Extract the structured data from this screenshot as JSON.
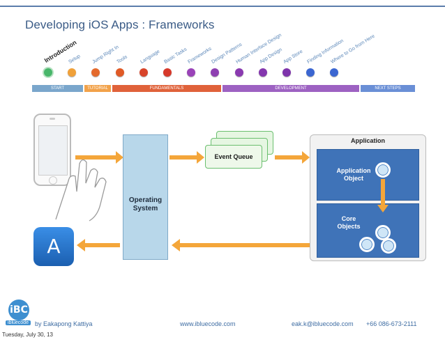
{
  "slide": {
    "title": "Developing iOS Apps : Frameworks"
  },
  "roadmap": {
    "steps": [
      {
        "label": "Introduction",
        "color": "#48b66a",
        "active": true
      },
      {
        "label": "Setup",
        "color": "#f0a13a",
        "active": false
      },
      {
        "label": "Jump Right In",
        "color": "#e46a2d",
        "active": false
      },
      {
        "label": "Tools",
        "color": "#e05a26",
        "active": false
      },
      {
        "label": "Language",
        "color": "#d8442a",
        "active": false
      },
      {
        "label": "Basic Tasks",
        "color": "#d6392b",
        "active": false
      },
      {
        "label": "Frameworks",
        "color": "#9a43b8",
        "active": false
      },
      {
        "label": "Design Patterns",
        "color": "#8e3fb1",
        "active": false
      },
      {
        "label": "Human Interface Design",
        "color": "#8a3ab0",
        "active": false
      },
      {
        "label": "App Design",
        "color": "#8437ae",
        "active": false
      },
      {
        "label": "App Store",
        "color": "#7e34ab",
        "active": false
      },
      {
        "label": "Finding Information",
        "color": "#3b66d1",
        "active": false
      },
      {
        "label": "Where to Go from Here",
        "color": "#3b66d1",
        "active": false
      }
    ],
    "phases": [
      {
        "label": "START",
        "color": "#7aa6cc"
      },
      {
        "label": "TUTORIAL",
        "color": "#f2a24a"
      },
      {
        "label": "FUNDAMENTALS",
        "color": "#e0623a"
      },
      {
        "label": "DEVELOPMENT",
        "color": "#9d62c2"
      },
      {
        "label": "NEXT STEPS",
        "color": "#6a8fd6"
      }
    ]
  },
  "diagram": {
    "os_label_line1": "Operating",
    "os_label_line2": "System",
    "event_queue_label": "Event Queue",
    "application_title": "Application",
    "app_object_line1": "Application",
    "app_object_line2": "Object",
    "core_objects_line1": "Core",
    "core_objects_line2": "Objects",
    "arrow_color": "#f4a63a",
    "panel_color": "#3f73b8"
  },
  "footer": {
    "logo_text": "iBC",
    "logo_sub": "ibluecode",
    "author": "by Eakapong Kattiya",
    "website": "www.ibluecode.com",
    "email": "eak.k@ibluecode.com",
    "phone": "+66 086-673-2111",
    "date": "Tuesday, July 30, 13"
  }
}
